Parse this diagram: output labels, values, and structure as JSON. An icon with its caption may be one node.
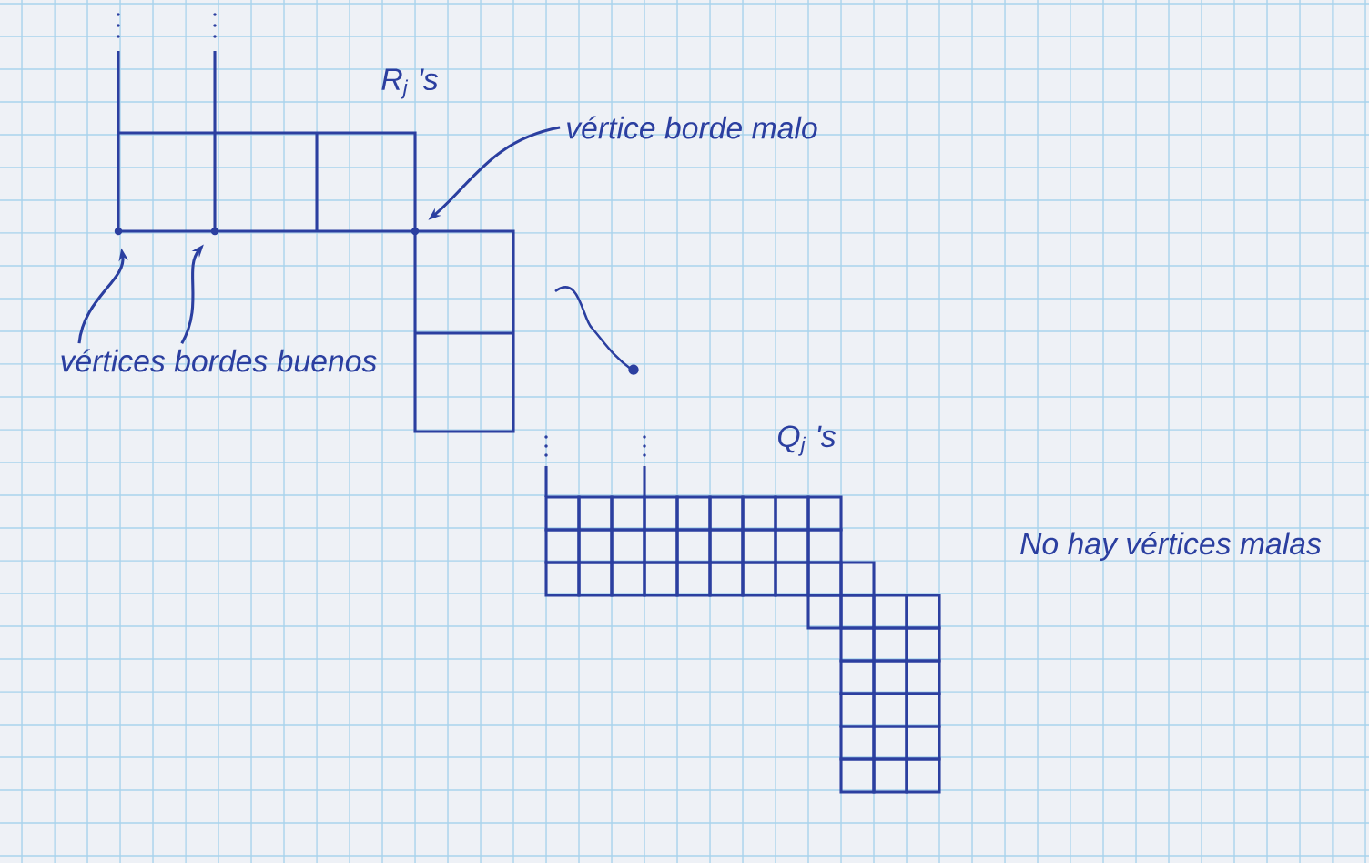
{
  "diagram": {
    "nodes": [
      {
        "text": [
          "vértice borde malo"
        ]
      },
      {
        "text": [],
        "shape": "circle"
      },
      {
        "text": [],
        "shape": "circle"
      },
      {
        "text": [],
        "shape": "circle"
      },
      {
        "text": [
          "vértices bordes buenos"
        ]
      }
    ],
    "edges": [
      {
        "from": 0,
        "to": 3,
        "arrow": "to"
      },
      {
        "from": 4,
        "to": 1,
        "arrow": "to"
      },
      {
        "from": 4,
        "to": 2,
        "arrow": "to"
      }
    ],
    "labels": [
      "R$_{j}$ 's",
      "Q$_{j}$ 's",
      "No hay vértices malas"
    ]
  }
}
